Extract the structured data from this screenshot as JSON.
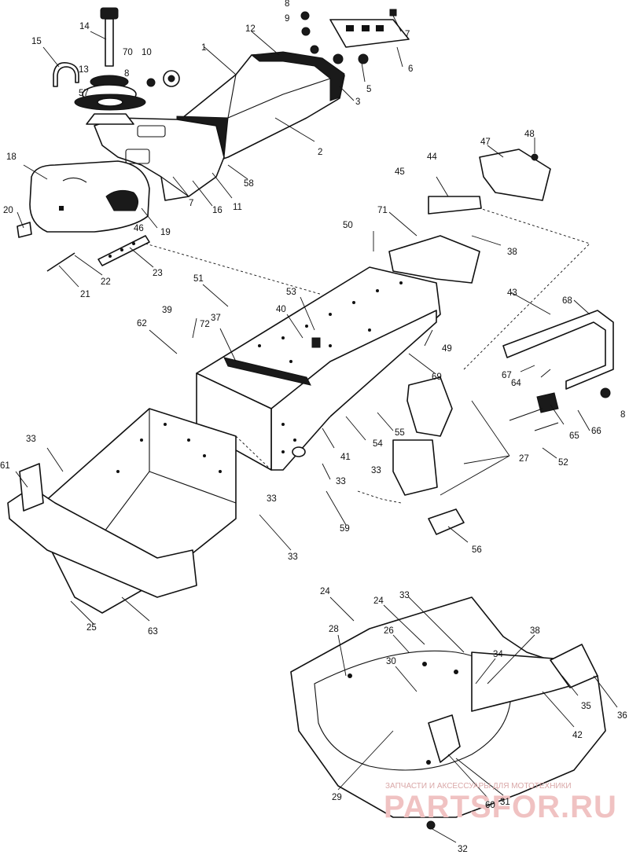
{
  "callouts": {
    "c1": "1",
    "c2": "2",
    "c3": "3",
    "c5": "5",
    "c6": "6",
    "c7a": "7",
    "c7b": "7",
    "c8a": "8",
    "c8b": "8",
    "c8c": "8",
    "c9": "9",
    "c10": "10",
    "c11": "11",
    "c12": "12",
    "c13": "13",
    "c14": "14",
    "c15": "15",
    "c16": "16",
    "c18": "18",
    "c19": "19",
    "c20": "20",
    "c21": "21",
    "c22": "22",
    "c23": "23",
    "c24a": "24",
    "c24b": "24",
    "c25": "25",
    "c26": "26",
    "c27": "27",
    "c28": "28",
    "c29": "29",
    "c30": "30",
    "c31": "31",
    "c32": "32",
    "c33a": "33",
    "c33b": "33",
    "c33c": "33",
    "c33d": "33",
    "c33e": "33",
    "c33f": "33",
    "c34": "34",
    "c35": "35",
    "c36": "36",
    "c37": "37",
    "c38a": "38",
    "c38b": "38",
    "c39": "39",
    "c40": "40",
    "c41": "41",
    "c42": "42",
    "c43": "43",
    "c44": "44",
    "c45": "45",
    "c46": "46",
    "c47": "47",
    "c48": "48",
    "c49": "49",
    "c50": "50",
    "c51": "51",
    "c52": "52",
    "c53": "53",
    "c54": "54",
    "c55": "55",
    "c56": "56",
    "c57": "57",
    "c58": "58",
    "c59": "59",
    "c60": "60",
    "c61": "61",
    "c62": "62",
    "c63": "63",
    "c64": "64",
    "c65": "65",
    "c66": "66",
    "c67": "67",
    "c68": "68",
    "c69": "69",
    "c70": "70",
    "c71": "71",
    "c72": "72"
  },
  "watermark": {
    "caption": "ЗАПЧАСТИ И АКСЕССУАРЫ ДЛЯ МОТОТЕХНИКИ",
    "logo": "PARTSFOR.RU"
  },
  "colors": {
    "ink": "#111111",
    "watermark": "#f0c2c2"
  }
}
